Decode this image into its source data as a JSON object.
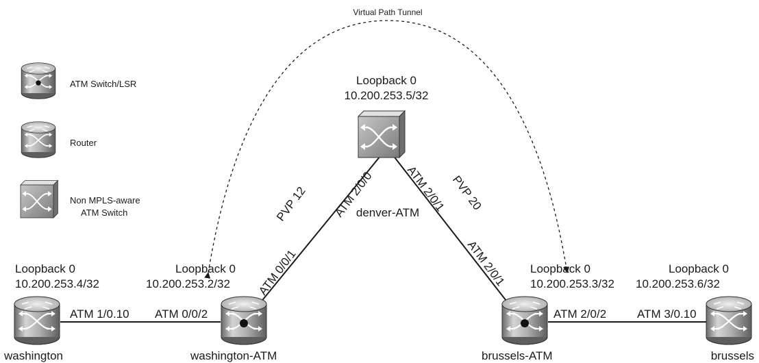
{
  "tunnel": {
    "label": "Virtual Path Tunnel"
  },
  "legend": {
    "atm_lsr": "ATM Switch/LSR",
    "router": "Router",
    "non_mpls_line1": "Non MPLS-aware",
    "non_mpls_line2": "ATM Switch"
  },
  "nodes": {
    "washington": {
      "name": "washington",
      "loopback": "Loopback 0",
      "ip": "10.200.253.4/32"
    },
    "washington_atm": {
      "name": "washington-ATM",
      "loopback": "Loopback 0",
      "ip": "10.200.253.2/32"
    },
    "denver_atm": {
      "name": "denver-ATM",
      "loopback": "Loopback 0",
      "ip": "10.200.253.5/32"
    },
    "brussels_atm": {
      "name": "brussels-ATM",
      "loopback": "Loopback 0",
      "ip": "10.200.253.3/32"
    },
    "brussels": {
      "name": "brussels",
      "loopback": "Loopback 0",
      "ip": "10.200.253.6/32"
    }
  },
  "interfaces": {
    "wash_atm1": "ATM 1/0.10",
    "washatm_002": "ATM 0/0/2",
    "washatm_001": "ATM 0/0/1",
    "denver_200": "ATM 2/0/0",
    "denver_201": "ATM 2/0/1",
    "brusatm_201": "ATM 2/0/1",
    "brusatm_202": "ATM 2/0/2",
    "brus_atm3": "ATM 3/0.10"
  },
  "pvps": {
    "left": "PVP 12",
    "right": "PVP 20"
  }
}
